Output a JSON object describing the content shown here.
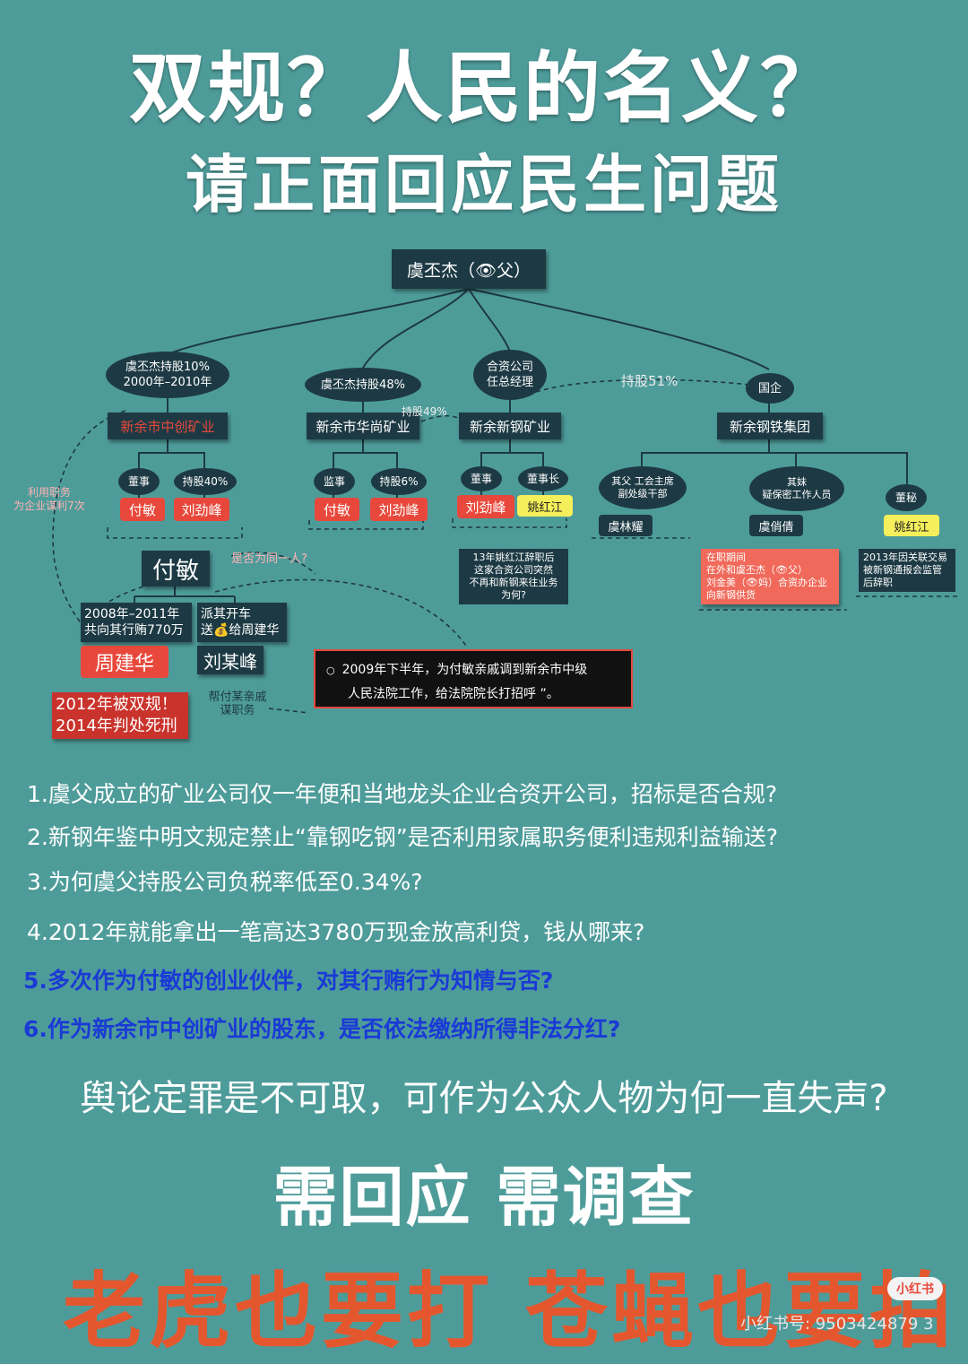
{
  "header": {
    "title_line1": "双规？人民的名义？",
    "title_line2": "请正面回应民生问题"
  },
  "diagram": {
    "root": "虞丕杰（👁父）",
    "branches": {
      "b1_oval": [
        "虞丕杰持股10%",
        "2000年–2010年"
      ],
      "b1_company": "新余市中创矿业",
      "b2_oval": "虞丕杰持股48%",
      "b2_company": "新余市华尚矿业",
      "b3_oval": [
        "合资公司",
        "任总经理"
      ],
      "b3_company": "新余新钢矿业",
      "b4_oval": "国企",
      "b4_company": "新余钢铁集团"
    },
    "edge_labels": {
      "share51": "持股51%",
      "share49": "持股49%",
      "abuse": [
        "利用职务",
        "为企业谋利7次"
      ],
      "same_person": "是否为同一人?",
      "relative_job": [
        "帮付某亲戚",
        "谋职务"
      ]
    },
    "roles": {
      "r1": "董事",
      "r2": "持股40%",
      "r3": "监事",
      "r4": "持股6%",
      "r5": "董事",
      "r6": "董事长"
    },
    "people": {
      "p_fumin_1": "付敏",
      "p_liujinfeng_1": "刘劲峰",
      "p_fumin_2": "付敏",
      "p_liujinfeng_2": "刘劲峰",
      "p_liujinfeng_3": "刘劲峰",
      "p_yaohongjiang_1": "姚红江"
    },
    "groupA": {
      "oval1": [
        "其父 工会主席",
        "副处级干部"
      ],
      "name1": "虞林耀",
      "oval2": [
        "其妹",
        "疑保密工作人员"
      ],
      "name2": "虞俏倩",
      "name2_note": [
        "在职期间",
        "在外和虞丕杰（👁父）",
        "刘金美（👁妈）合资办企业",
        "向新钢供货"
      ],
      "oval3": "董秘",
      "name3": "姚红江",
      "name3_note": [
        "2013年因关联交易",
        "被新钢通报会监管",
        "后辞职"
      ]
    },
    "yao_note": [
      "13年姚红江辞职后",
      "这家合资公司突然",
      "不再和新钢来往业务",
      "为何?"
    ],
    "fumin_main": "付敏",
    "bribe_box": [
      "2008年–2011年",
      "共向其行贿770万"
    ],
    "car_box": [
      "派其开车",
      "送💰给周建华"
    ],
    "zhou": "周建华",
    "liu_mou": "刘某峰",
    "sentence": [
      "2012年被双规！",
      "2014年判处死刑"
    ],
    "quote": [
      "2009年下半年，为付敏亲戚调到新余市中级",
      "人民法院工作，给法院院长打招呼 ”。"
    ],
    "quote_bullet": "○"
  },
  "questions": [
    "1.虞父成立的矿业公司仅一年便和当地龙头企业合资开公司，招标是否合规?",
    "2.新钢年鉴中明文规定禁止“靠钢吃钢”是否利用家属职务便利违规利益输送?",
    "3.为何虞父持股公司负税率低至0.34%?",
    "4.2012年就能拿出一笔高达3780万现金放高利贷，钱从哪来?",
    "5.多次作为付敏的创业伙伴，对其行贿行为知情与否?",
    "6.作为新余市中创矿业的股东，是否依法缴纳所得非法分红?"
  ],
  "footer": {
    "line1": "舆论定罪是不可取，可作为公众人物为何一直失声?",
    "line2": "需回应 需调查",
    "slogan": "老虎也要打 苍蝇也要拍",
    "brand": "小红书",
    "account": "小红书号: 9503424879 3"
  },
  "colors": {
    "background": "#4e9c9a",
    "node": "#1d3a44",
    "red_tag": "#e8483b",
    "yellow_tag": "#f4ef5a",
    "question_blue": "#1a3ad6",
    "slogan": "#e4572e"
  }
}
